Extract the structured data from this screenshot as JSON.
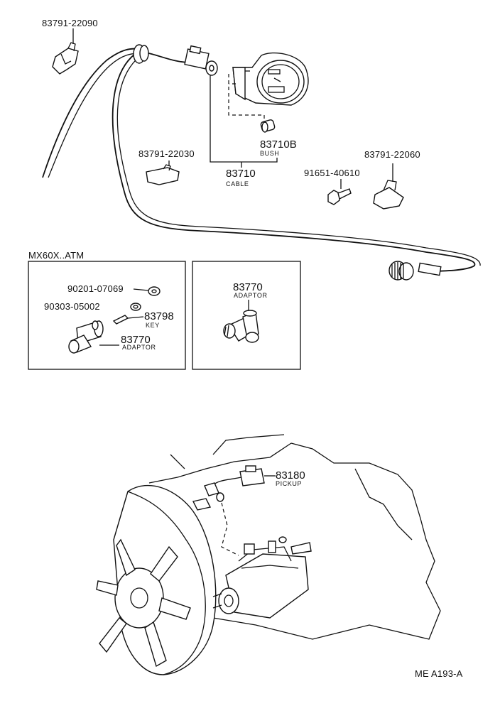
{
  "labels": {
    "clamp_top": "83791-22090",
    "clamp_mid": "83791-22030",
    "bush_no": "83710B",
    "bush": "BUSH",
    "cable_no": "83710",
    "cable": "CABLE",
    "bolt": "91651-40610",
    "clamp_right": "83791-22060",
    "mx_title": "MX60X..ATM",
    "washer": "90201-07069",
    "ring": "90303-05002",
    "key_no": "83798",
    "key": "KEY",
    "adaptor_no_left": "83770",
    "adaptor_left": "ADAPTOR",
    "adaptor_no_right": "83770",
    "adaptor_right": "ADAPTOR",
    "pickup_no": "83180",
    "pickup": "PICKUP",
    "code": "ME A193-A"
  }
}
